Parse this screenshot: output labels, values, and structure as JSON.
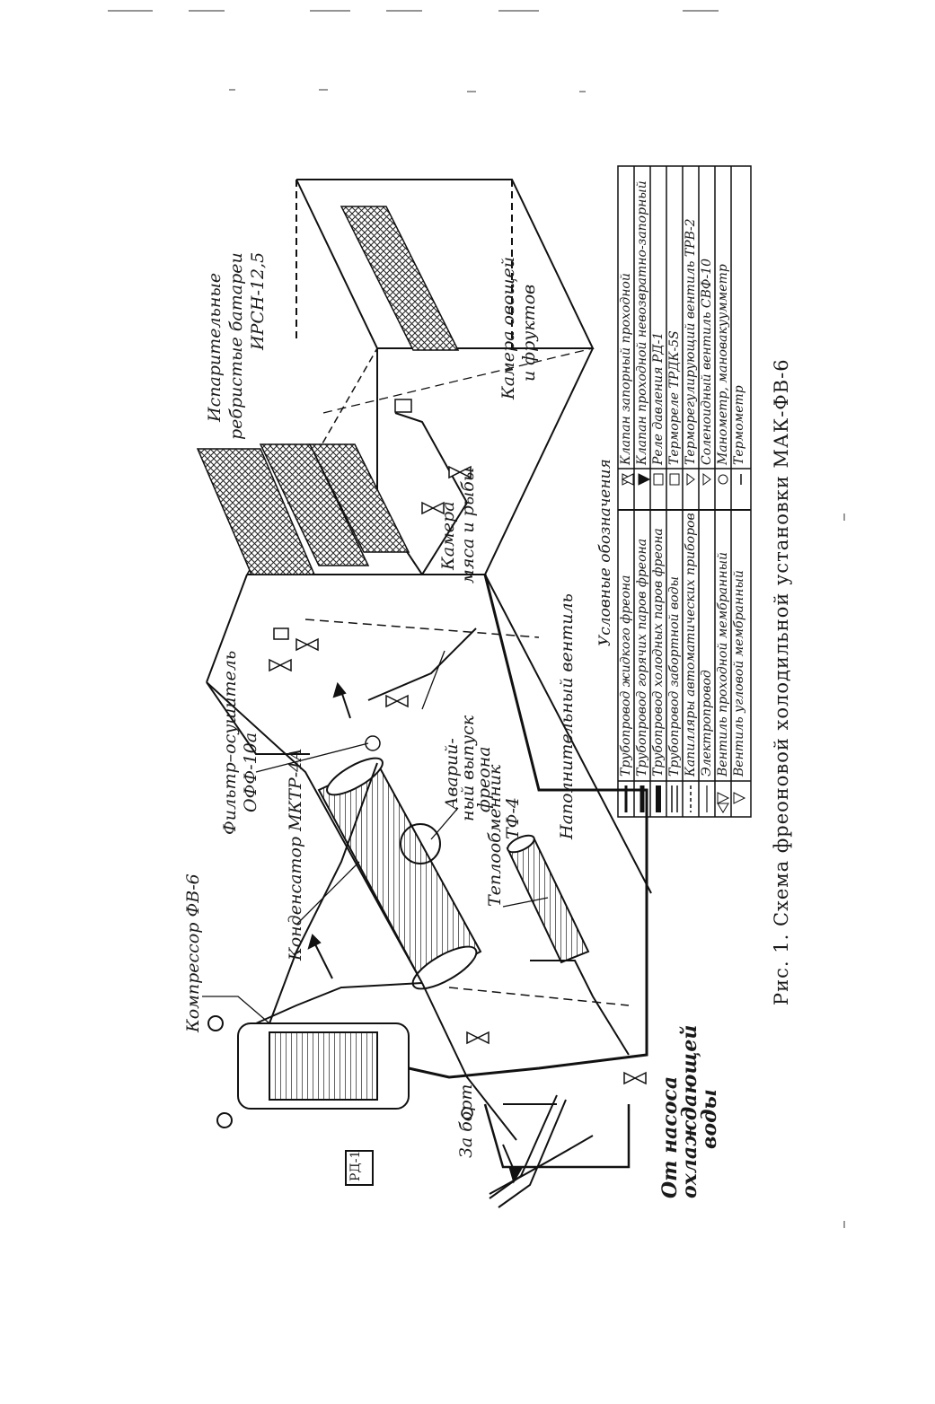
{
  "caption": "Рис. 1. Схема фреоновой холодильной установки МАК-ФВ-6",
  "labels": {
    "compressor": "Компрессор ФВ-6",
    "filter_line1": "Фильтр–осушитель",
    "filter_line2": "ОФФ-10а",
    "condenser": "Конденсатор МКТР-4А",
    "emergency_line1": "Аварий-",
    "emergency_line2": "ный выпуск",
    "emergency_line3": "фреона",
    "heat_exchanger_line1": "Теплообменник",
    "heat_exchanger_line2": "ТФ-4",
    "fill_valve": "Наполнительный вентиль",
    "overboard": "За борт",
    "pump_line1": "От насоса",
    "pump_line2": "охлаждающей",
    "pump_line3": "воды",
    "evaporator_line1": "Испарительные",
    "evaporator_line2": "ребристые батареи",
    "evaporator_line3": "ИРСН-12,5",
    "meat_chamber_line1": "Камера",
    "meat_chamber_line2": "мяса и рыбы",
    "veg_chamber_line1": "Камера овощей",
    "veg_chamber_line2": "и фруктов",
    "relay_box": "РД-1"
  },
  "legend": {
    "title": "Условные обозначения",
    "left": [
      "Трубопровод жидкого фреона",
      "Трубопровод горячих паров фреона",
      "Трубопровод холодных паров фреона",
      "Трубопровод забортной воды",
      "Капилляры автоматических приборов",
      "Электропровод",
      "Вентиль проходной мембранный",
      "Вентиль угловой мембранный"
    ],
    "right": [
      "Клапан запорный проходной",
      "Клапан проходной невозвратно-запорный",
      "Реле давления РД-1",
      "Термореле ТРДК-5S",
      "Терморегулирующий вентиль ТРВ-2",
      "Соленоидный вентиль СВФ-10",
      "Манометр, мановакуумметр",
      "Термометр"
    ]
  }
}
